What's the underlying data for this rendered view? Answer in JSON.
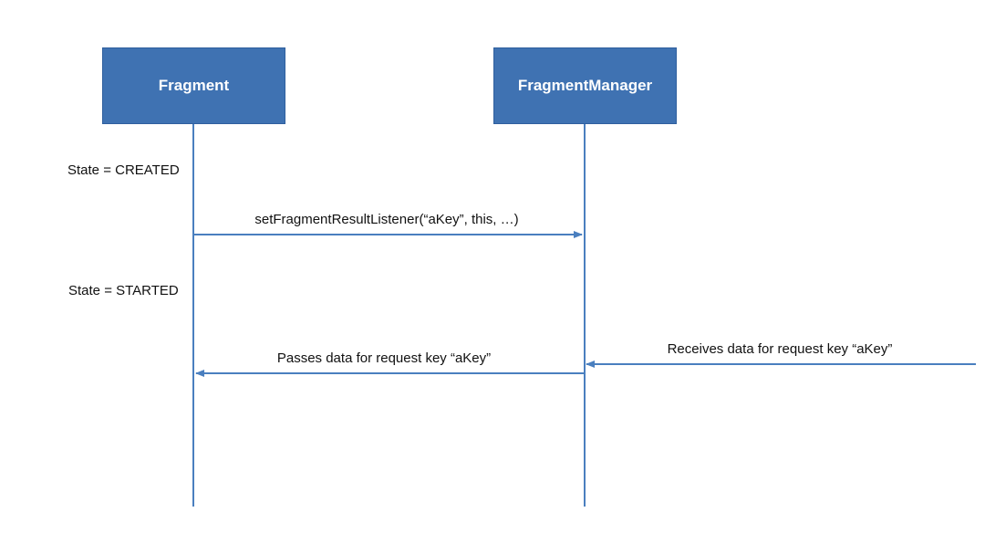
{
  "actors": {
    "fragment": "Fragment",
    "manager": "FragmentManager"
  },
  "states": {
    "created": "State = CREATED",
    "started": "State = STARTED"
  },
  "messages": {
    "set_listener": "setFragmentResultListener(“aKey”, this, …)",
    "passes_data": "Passes data for request key “aKey”",
    "receives_data": "Receives data for request key “aKey”"
  },
  "colors": {
    "actor_fill": "#3f72b2",
    "line": "#4a7fbf"
  }
}
